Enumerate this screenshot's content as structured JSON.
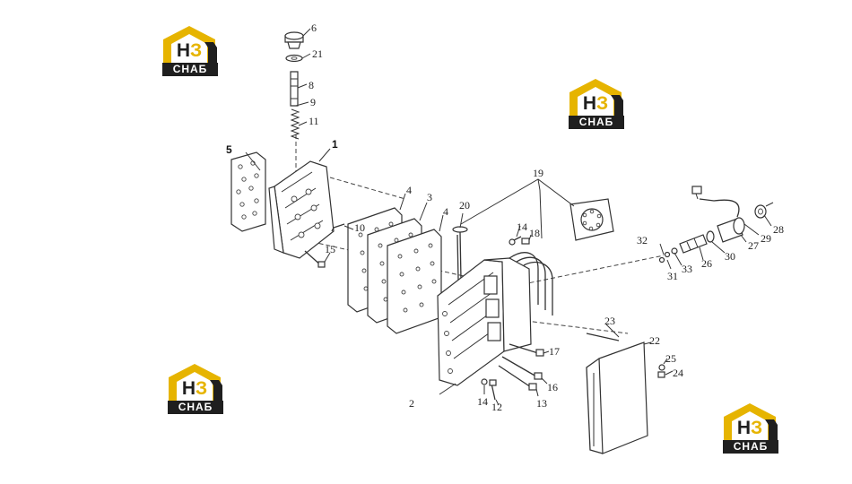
{
  "watermark": {
    "main_left": "Н",
    "main_right": "З",
    "sub": "СНАБ",
    "accent_color": "#e6b400",
    "dark_color": "#1f1f1f"
  },
  "callouts": {
    "c1": "1",
    "c2": "2",
    "c3": "3",
    "c4a": "4",
    "c4b": "4",
    "c5": "5",
    "c6": "6",
    "c8": "8",
    "c9": "9",
    "c10": "10",
    "c11": "11",
    "c12": "12",
    "c13": "13",
    "c14a": "14",
    "c14b": "14",
    "c15": "15",
    "c16": "16",
    "c17": "17",
    "c18": "18",
    "c19": "19",
    "c20": "20",
    "c21": "21",
    "c22": "22",
    "c23": "23",
    "c24": "24",
    "c25": "25",
    "c26": "26",
    "c27": "27",
    "c28": "28",
    "c29": "29",
    "c30": "30",
    "c31": "31",
    "c32": "32",
    "c33": "33"
  }
}
